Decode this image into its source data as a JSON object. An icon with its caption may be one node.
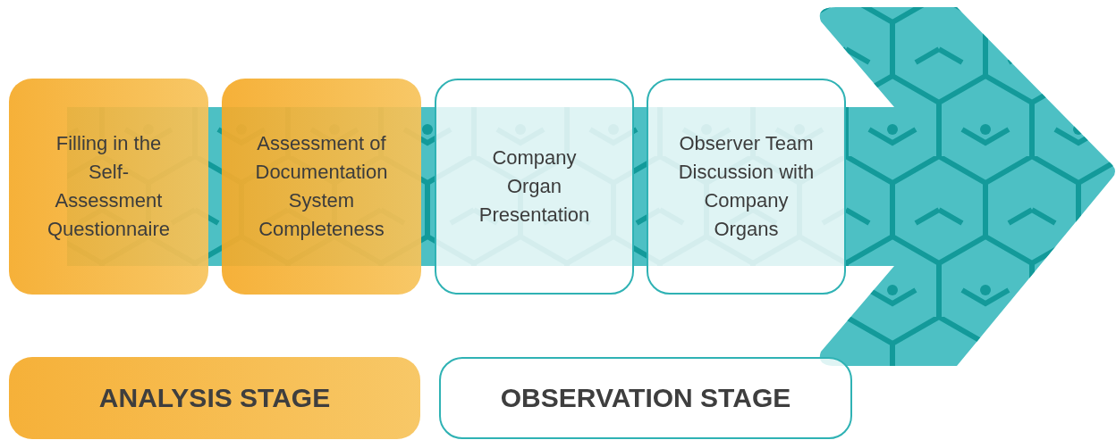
{
  "diagram": {
    "nodes": [
      {
        "text": [
          "Filling in the Self-Assessment Questionnaire"
        ]
      },
      {
        "text": [
          "Assessment of Documentation System Completeness"
        ]
      },
      {
        "text": [
          "Company Organ Presentation"
        ]
      },
      {
        "text": [
          "Observer Team Discussion with Company Organs"
        ]
      },
      {
        "text": [
          "ANALYSIS STAGE"
        ]
      },
      {
        "text": [
          "OBSERVATION STAGE"
        ]
      }
    ]
  }
}
